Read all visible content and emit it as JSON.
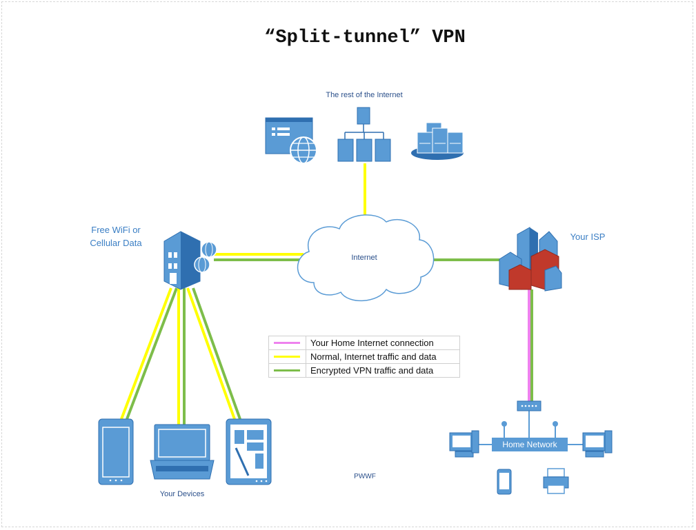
{
  "title": "“Split-tunnel” VPN",
  "labels": {
    "rest_of_internet": "The rest of the Internet",
    "internet": "Internet",
    "free_wifi": "Free WiFi or\nCellular Data",
    "your_isp": "Your ISP",
    "your_devices": "Your Devices",
    "home_network": "Home Network",
    "watermark": "PWWF"
  },
  "legend": [
    {
      "label": "Your Home Internet connection",
      "color": "#ee82ee"
    },
    {
      "label": "Normal, Internet traffic and data",
      "color": "#ffff00"
    },
    {
      "label": "Encrypted VPN traffic and data",
      "color": "#7dbd4a"
    }
  ],
  "colors": {
    "icon_blue": "#5a9bd5",
    "icon_dark": "#2f6fb0",
    "yellow_line": "#ffff00",
    "green_line": "#7dbd4a",
    "pink_line": "#ee82ee"
  }
}
